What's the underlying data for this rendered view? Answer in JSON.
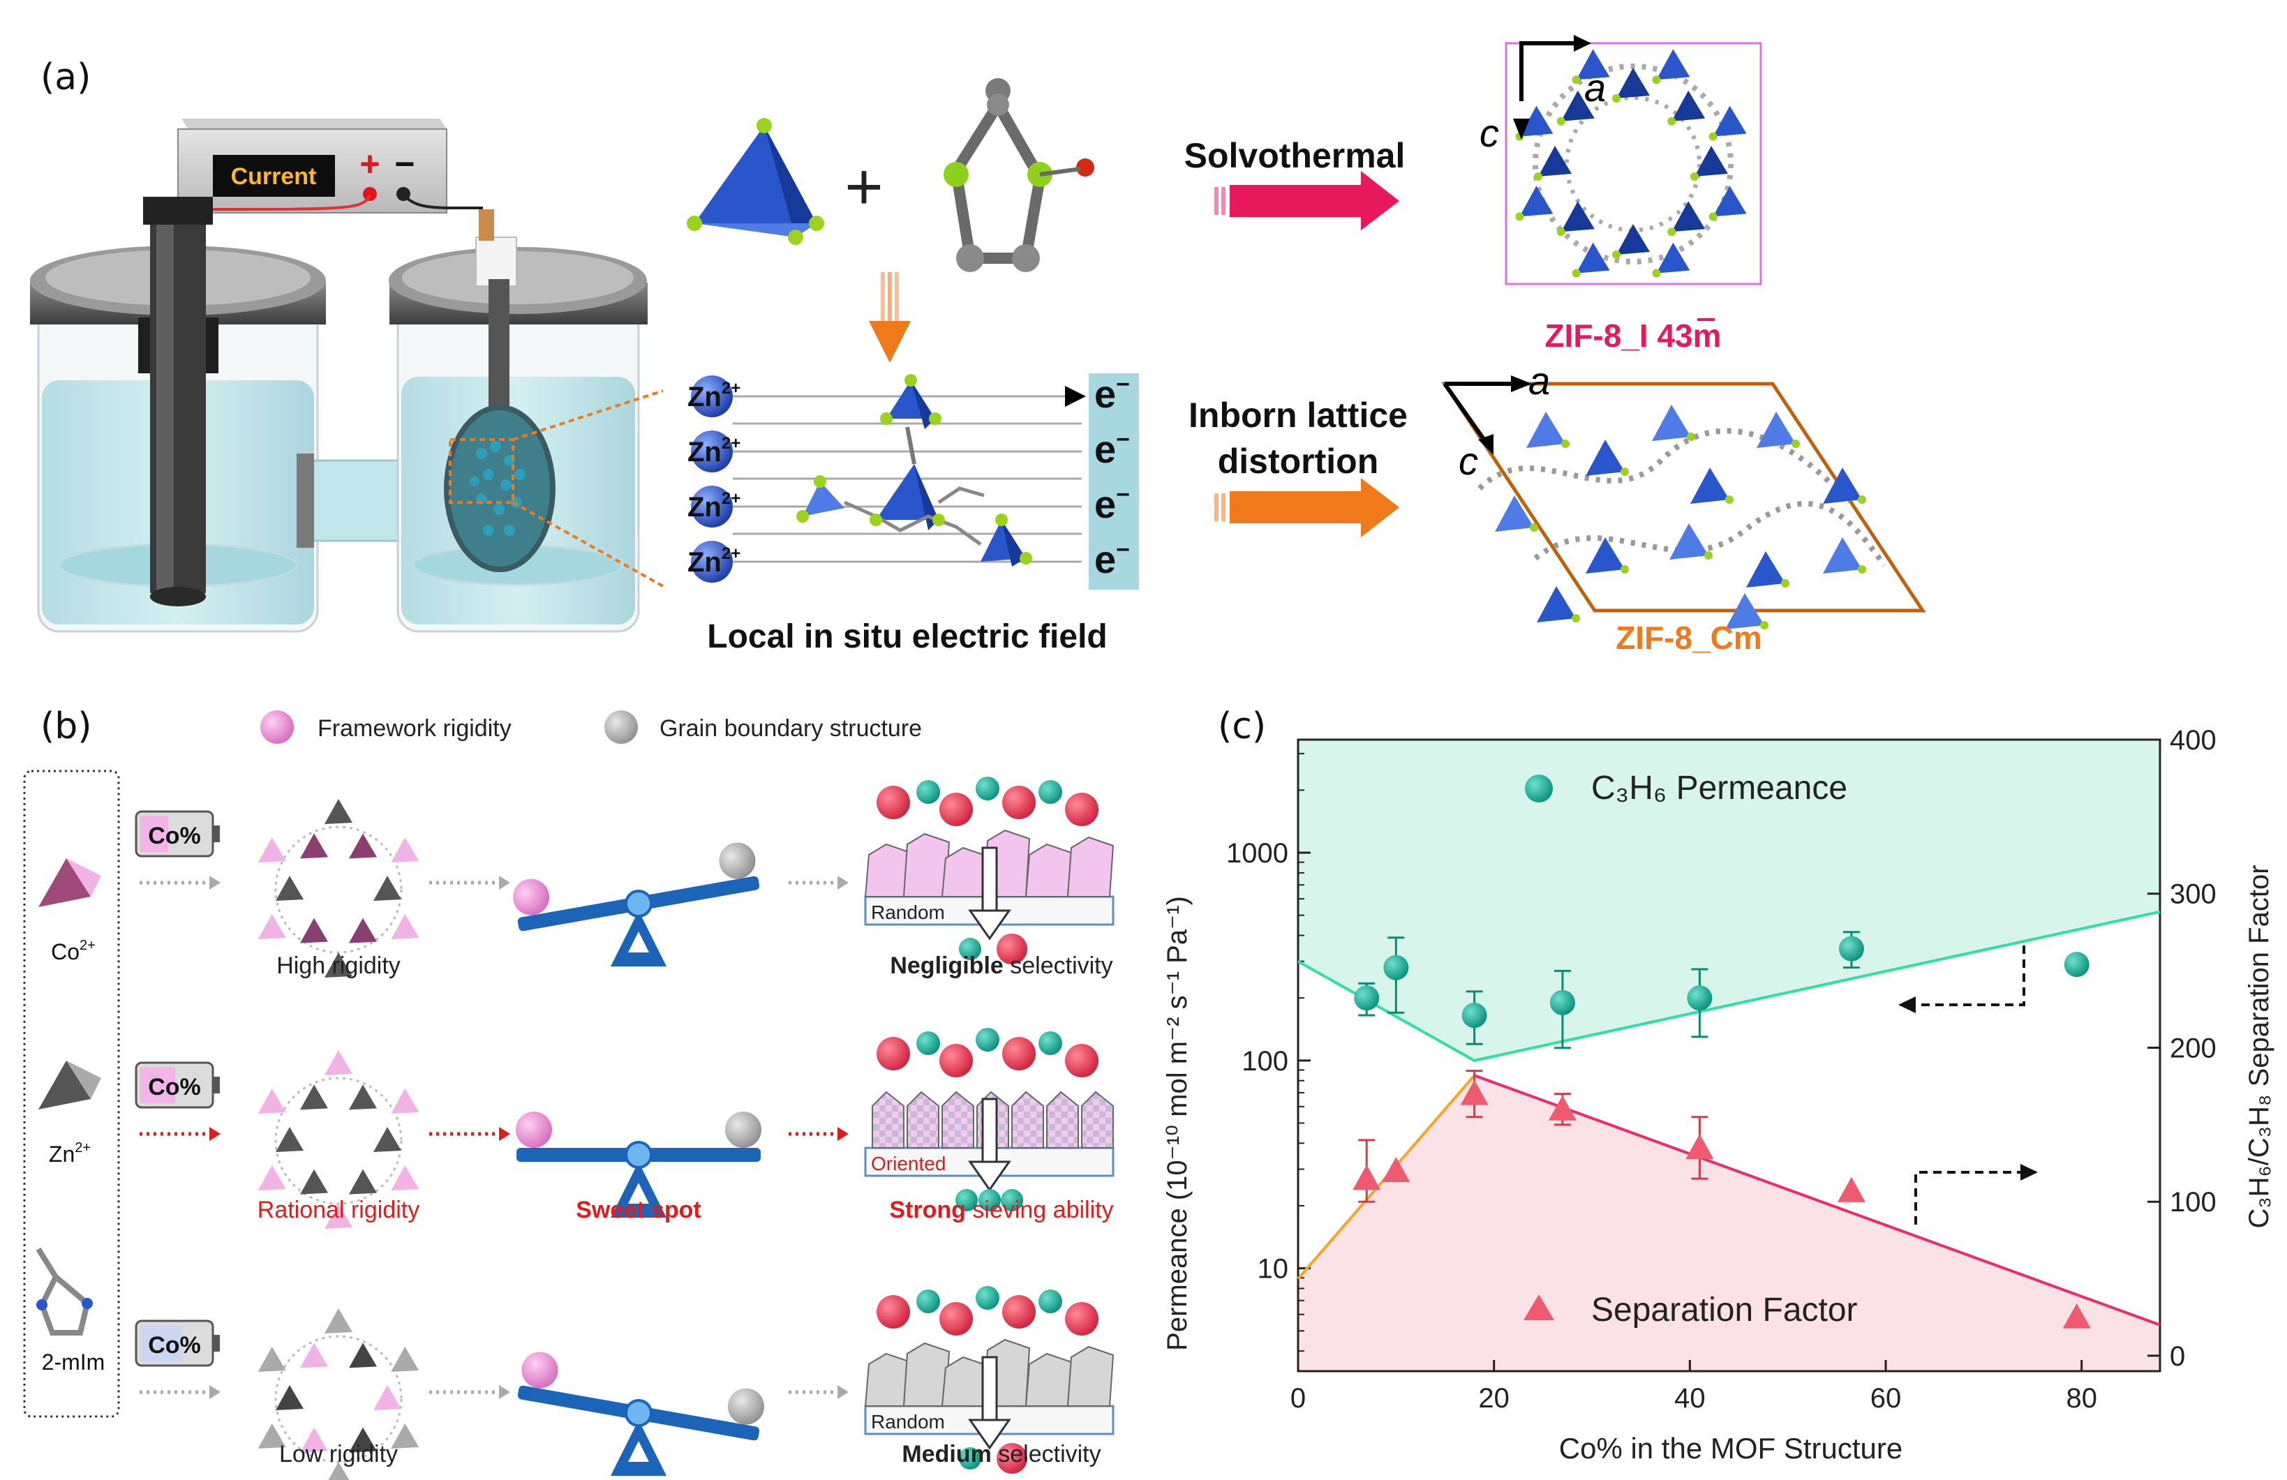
{
  "panel_a": {
    "letter": "(a)",
    "current_label": "Current",
    "plus": "+",
    "minus": "−",
    "plus_sign": "+",
    "solvothermal": "Solvothermal",
    "inborn_line1": "Inborn lattice",
    "inborn_line2": "distortion",
    "zn_label": "Zn",
    "zn_charge": "2+",
    "electron": "e",
    "electron_charge": "−",
    "field_caption": "Local in situ electric field",
    "zif_i43m": "ZIF-8_I 43m",
    "zif_cm": "ZIF-8_Cm",
    "axis_a": "a",
    "axis_c": "c",
    "colors": {
      "pink": "#e8185c",
      "orange": "#f07a1a",
      "tetra": "#2e5fd8",
      "green": "#9ad21c"
    }
  },
  "panel_b": {
    "letter": "(b)",
    "legend_rigidity": "Framework rigidity",
    "legend_grain": "Grain boundary structure",
    "co_label": "Co",
    "co_charge": "2+",
    "zn_label": "Zn",
    "zn_charge": "2+",
    "mim_label": "2-mIm",
    "battery_label": "Co%",
    "rows": [
      {
        "rigidity": "High rigidity",
        "balance": "",
        "membrane_tag": "Random",
        "sel_bold": "Negligible",
        "sel_rest": " selectivity",
        "red": false
      },
      {
        "rigidity": "Rational rigidity",
        "balance": "Sweet spot",
        "membrane_tag": "Oriented",
        "sel_bold": "Strong",
        "sel_rest": " sieving ability",
        "red": true
      },
      {
        "rigidity": "Low rigidity",
        "balance": "",
        "membrane_tag": "Random",
        "sel_bold": "Medium",
        "sel_rest": " selectivity",
        "red": false
      }
    ]
  },
  "panel_c": {
    "letter": "(c)",
    "chart_data": {
      "type": "scatter",
      "xlabel": "Co% in the MOF Structure",
      "ylabel_left": "Permeance (10⁻¹⁰ mol m⁻² s⁻¹ Pa⁻¹)",
      "ylabel_right": "C₃H₆/C₃H₈ Separation Factor",
      "x_range": [
        0,
        88
      ],
      "y_left_range": [
        3.2,
        3500
      ],
      "y_left_scale": "log",
      "y_right_range": [
        -10,
        400
      ],
      "x_ticks": [
        0,
        20,
        40,
        60,
        80
      ],
      "y_left_ticks": [
        10,
        100,
        1000
      ],
      "y_right_ticks": [
        0,
        100,
        200,
        300,
        400
      ],
      "series": [
        {
          "name": "C₃H₆ Permeance",
          "axis": "left",
          "marker": "circle",
          "color": "#12a58c",
          "x": [
            7,
            10,
            18,
            27,
            41,
            56.5,
            79.5
          ],
          "y": [
            200,
            280,
            165,
            190,
            200,
            345,
            290
          ],
          "err_low": [
            165,
            170,
            120,
            115,
            130,
            280,
            290
          ],
          "err_high": [
            235,
            390,
            215,
            270,
            275,
            415,
            290
          ]
        },
        {
          "name": "Separation Factor",
          "axis": "right",
          "marker": "triangle",
          "color": "#ef5a6f",
          "x": [
            7,
            10,
            18,
            27,
            41,
            56.5,
            79.5
          ],
          "y": [
            115,
            120,
            170,
            160,
            135,
            107,
            25
          ],
          "err_low": [
            100,
            120,
            155,
            150,
            115,
            107,
            25
          ],
          "err_high": [
            140,
            120,
            185,
            170,
            155,
            107,
            25
          ]
        }
      ],
      "fit_permeance": {
        "x": [
          0,
          18,
          88
        ],
        "y": [
          300,
          100,
          520
        ]
      },
      "fit_sf_rising": {
        "x": [
          0,
          18
        ],
        "y": [
          50,
          182
        ]
      },
      "fit_sf_falling": {
        "x": [
          18,
          88
        ],
        "y": [
          182,
          20
        ]
      }
    }
  }
}
